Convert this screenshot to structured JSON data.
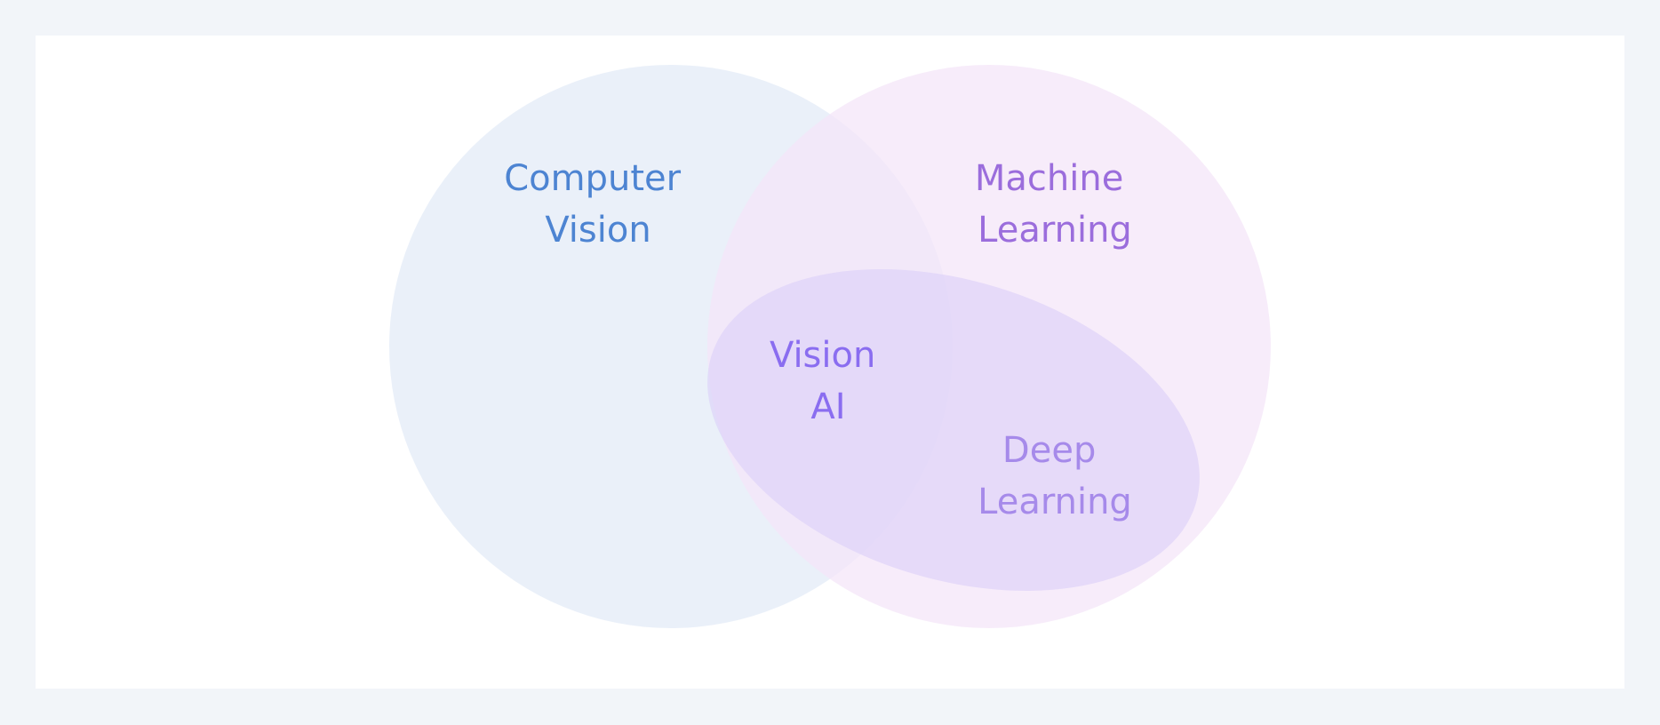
{
  "diagram": {
    "sets": [
      {
        "key": "cv",
        "label_lines": [
          "Computer",
          "Vision"
        ],
        "fill": "#e3ebf7",
        "text_color": "#4d84d2"
      },
      {
        "key": "ml",
        "label_lines": [
          "Machine",
          "Learning"
        ],
        "fill": "#f4e6f8",
        "text_color": "#9b6ddc"
      },
      {
        "key": "dl",
        "label_lines": [
          "Deep",
          "Learning"
        ],
        "fill": "#dacff8",
        "text_color": "#a68aea"
      }
    ],
    "intersection": {
      "label_lines": [
        "Vision",
        "AI"
      ],
      "text_color": "#8a6df0"
    }
  },
  "colors": {
    "page_background": "#f2f5f9",
    "panel_background": "#ffffff"
  }
}
